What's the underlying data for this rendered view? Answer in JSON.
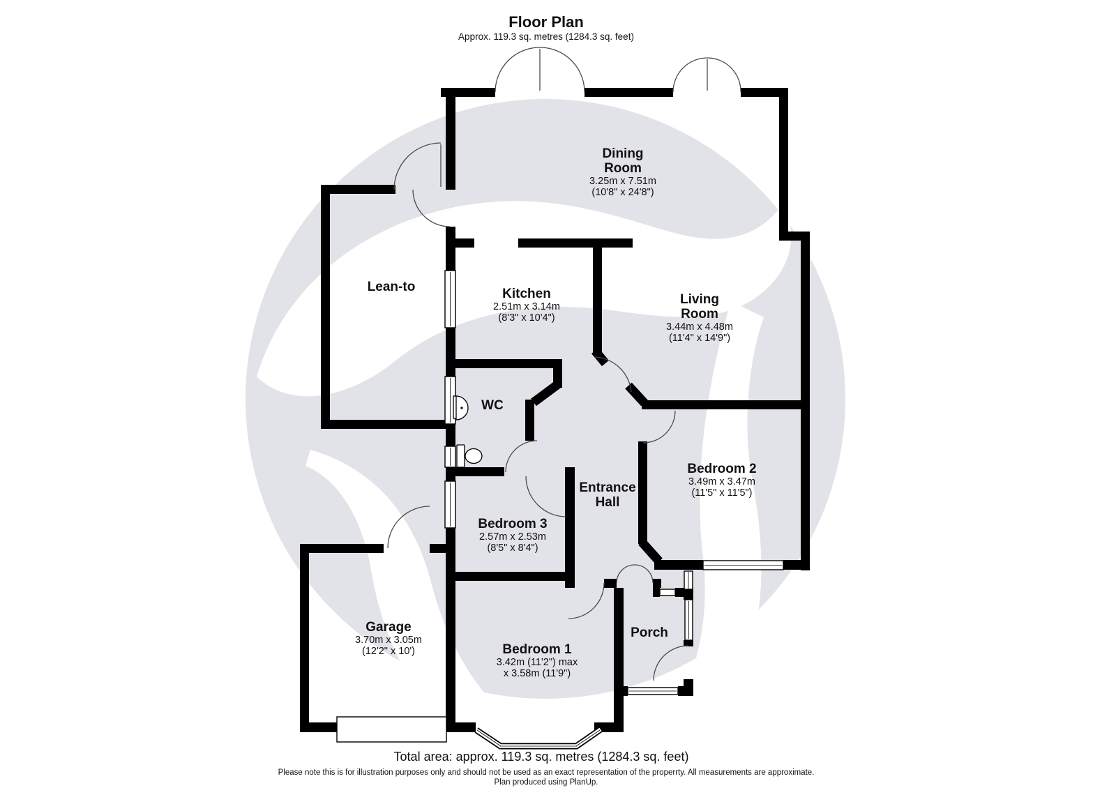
{
  "header": {
    "title": "Floor Plan",
    "subtitle": "Approx. 119.3 sq. metres (1284.3 sq. feet)"
  },
  "rooms": [
    {
      "id": "dining-room",
      "name": "Dining\nRoom",
      "dims_metric": "3.25m x 7.51m",
      "dims_imperial": "(10'8\" x 24'8\")"
    },
    {
      "id": "lean-to",
      "name": "Lean-to"
    },
    {
      "id": "kitchen",
      "name": "Kitchen",
      "dims_metric": "2.51m x 3.14m",
      "dims_imperial": "(8'3\" x 10'4\")"
    },
    {
      "id": "living-room",
      "name": "Living\nRoom",
      "dims_metric": "3.44m x 4.48m",
      "dims_imperial": "(11'4\" x 14'9\")"
    },
    {
      "id": "wc",
      "name": "WC"
    },
    {
      "id": "bedroom-2",
      "name": "Bedroom 2",
      "dims_metric": "3.49m x 3.47m",
      "dims_imperial": "(11'5\" x 11'5\")"
    },
    {
      "id": "entrance-hall",
      "name": "Entrance\nHall"
    },
    {
      "id": "bedroom-3",
      "name": "Bedroom 3",
      "dims_metric": "2.57m x 2.53m",
      "dims_imperial": "(8'5\" x 8'4\")"
    },
    {
      "id": "garage",
      "name": "Garage",
      "dims_metric": "3.70m x 3.05m",
      "dims_imperial": "(12'2\" x 10')"
    },
    {
      "id": "bedroom-1",
      "name": "Bedroom 1",
      "dims_metric": "3.42m (11'2\") max",
      "dims_imperial": "x 3.58m (11'9\")"
    },
    {
      "id": "porch",
      "name": "Porch"
    }
  ],
  "footer": {
    "total_area": "Total area: approx. 119.3 sq. metres (1284.3 sq. feet)",
    "disclaimer": "Please note this is for illustration purposes only and should not be used as an exact representation of the properrty. All measurements are approximate.",
    "credit": "Plan produced using PlanUp."
  },
  "colors": {
    "wall": "#000000",
    "watermark": "#e2e2e9",
    "background": "#ffffff"
  }
}
